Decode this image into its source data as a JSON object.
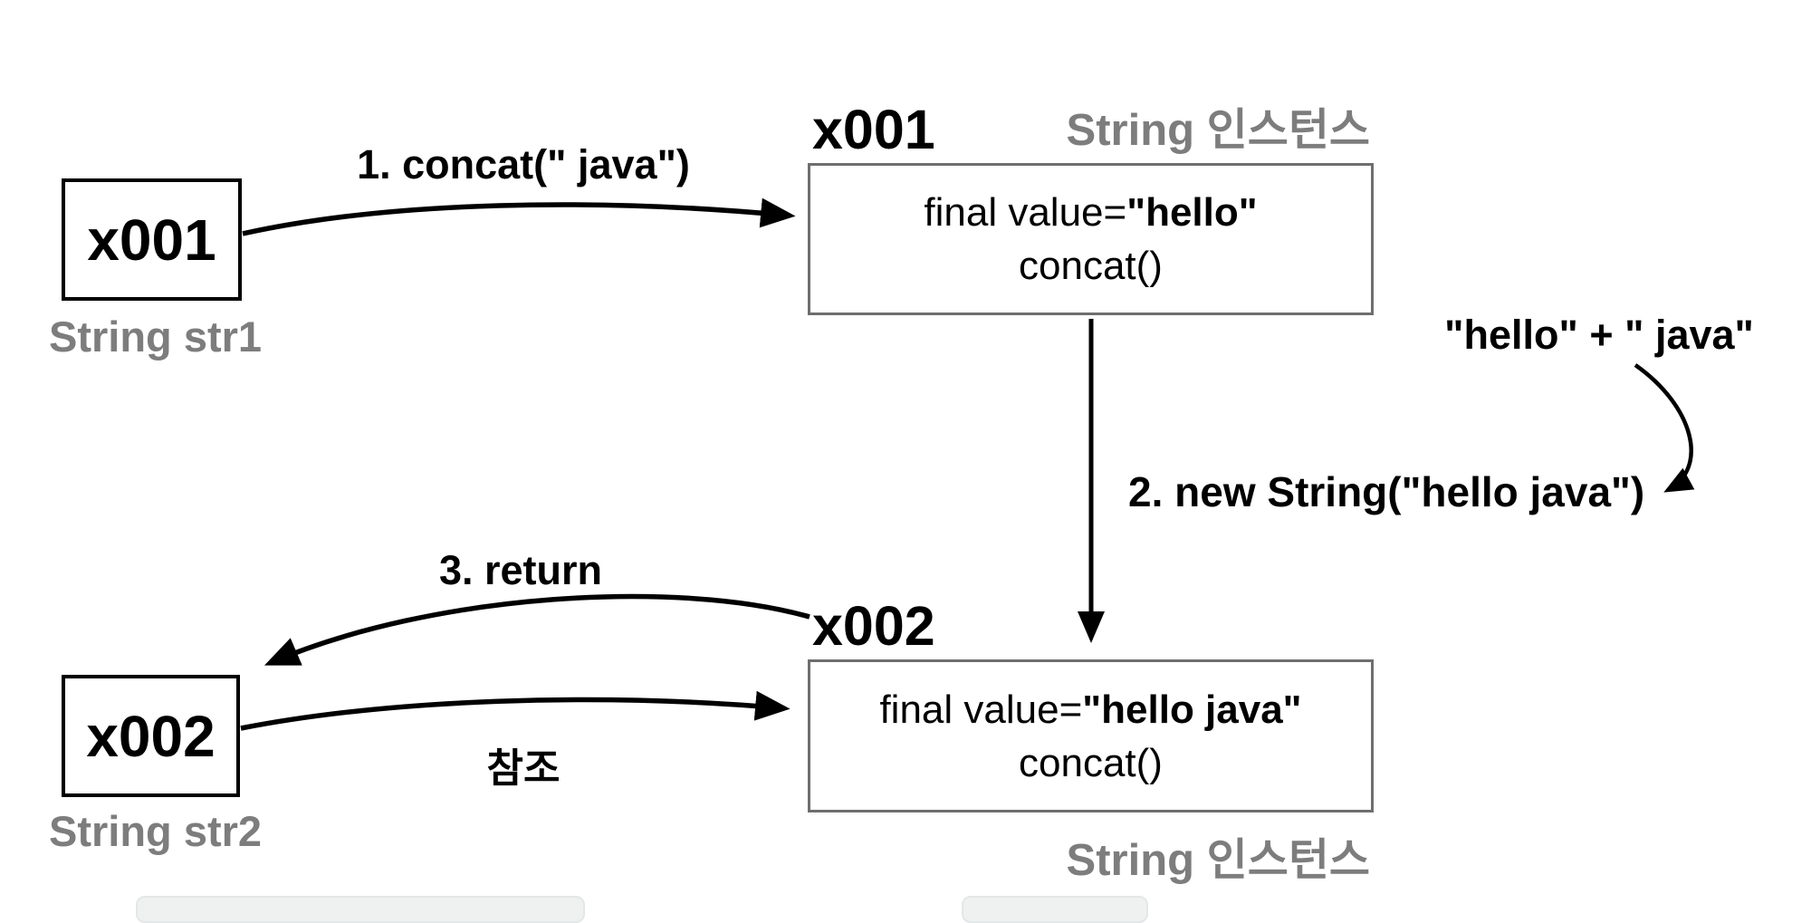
{
  "diagram": {
    "colors": {
      "background": "#ffffff",
      "gray_text": "#7d7d7d",
      "instance_box_border": "#6e6e6e",
      "ref_box_border": "#000000",
      "arrow": "#000000"
    },
    "ref_boxes": [
      {
        "label": "x001",
        "caption": "String str1"
      },
      {
        "label": "x002",
        "caption": "String str2"
      }
    ],
    "instance_boxes": [
      {
        "heading": "x001",
        "type_label": "String 인스턴스",
        "value_prefix": "final value=",
        "value_bold": "\"hello\"",
        "method": "concat()"
      },
      {
        "heading": "x002",
        "type_label": "String 인스턴스",
        "value_prefix": "final value=",
        "value_bold": "\"hello java\"",
        "method": "concat()"
      }
    ],
    "annotations": {
      "step1": "1. concat(\" java\")",
      "step2": "2. new String(\"hello java\")",
      "step3": "3. return",
      "expression": "\"hello\" + \" java\"",
      "reference": "참조"
    }
  }
}
